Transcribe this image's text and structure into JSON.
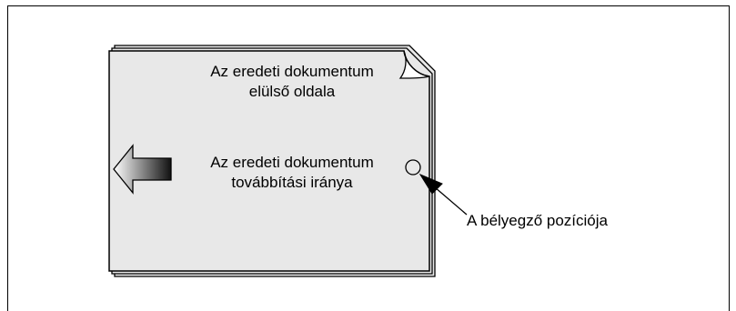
{
  "labels": {
    "front_side": [
      "Az eredeti dokumentum",
      "elülső oldala"
    ],
    "feed_direction": [
      "Az eredeti dokumentum",
      "továbbítási iránya"
    ],
    "stamp_position": "A bélyegző pozíciója"
  },
  "colors": {
    "page_fill": "#e8e8e8",
    "outline": "#000000",
    "arrow_gradient_start": "#ffffff",
    "arrow_gradient_end": "#111111"
  },
  "icons": {
    "feed_arrow": "left-arrow-gradient",
    "stamp_marker": "circle-outline"
  }
}
